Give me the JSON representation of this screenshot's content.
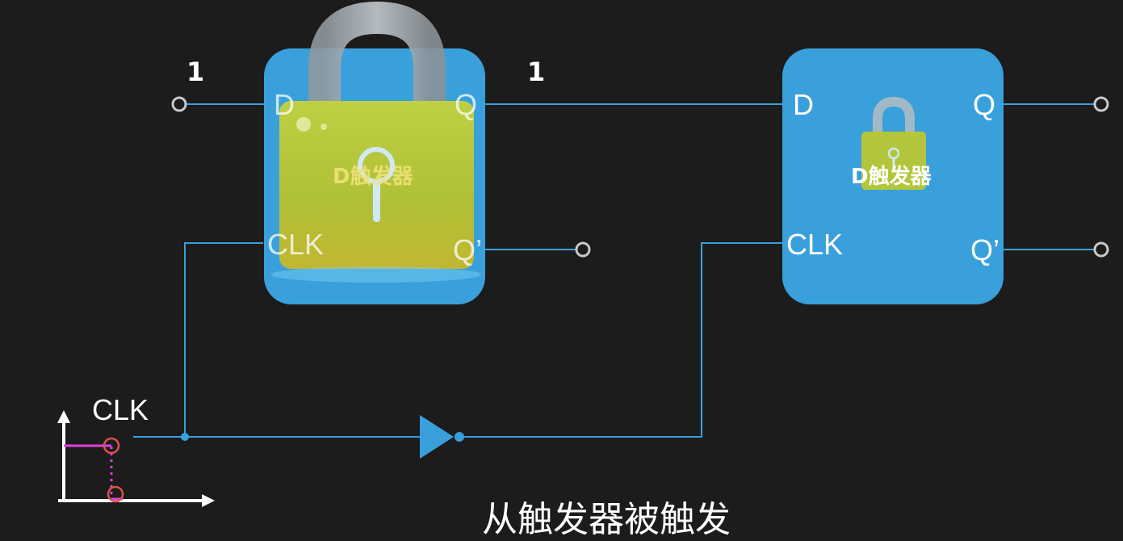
{
  "flipflop_left": {
    "title": "D触发器",
    "pin_d": "D",
    "pin_q": "Q",
    "pin_clk": "CLK",
    "pin_qn": "Q’",
    "input_value": "1",
    "output_value": "1",
    "state": "locked"
  },
  "flipflop_right": {
    "title": "D触发器",
    "pin_d": "D",
    "pin_q": "Q",
    "pin_clk": "CLK",
    "pin_qn": "Q’",
    "state": "locked"
  },
  "clock": {
    "label": "CLK"
  },
  "caption": "从触发器被触发",
  "colors": {
    "background": "#1c1c1c",
    "block": "#3aa0dc",
    "wire": "#3aa0dc",
    "lock_body": "#b9c832",
    "lock_shackle": "#a9b2b8",
    "clock_trace": "#e040e0",
    "edge_marker": "#d9534f"
  },
  "icons": {
    "padlock": "padlock-icon",
    "inverter": "inverter-icon"
  }
}
